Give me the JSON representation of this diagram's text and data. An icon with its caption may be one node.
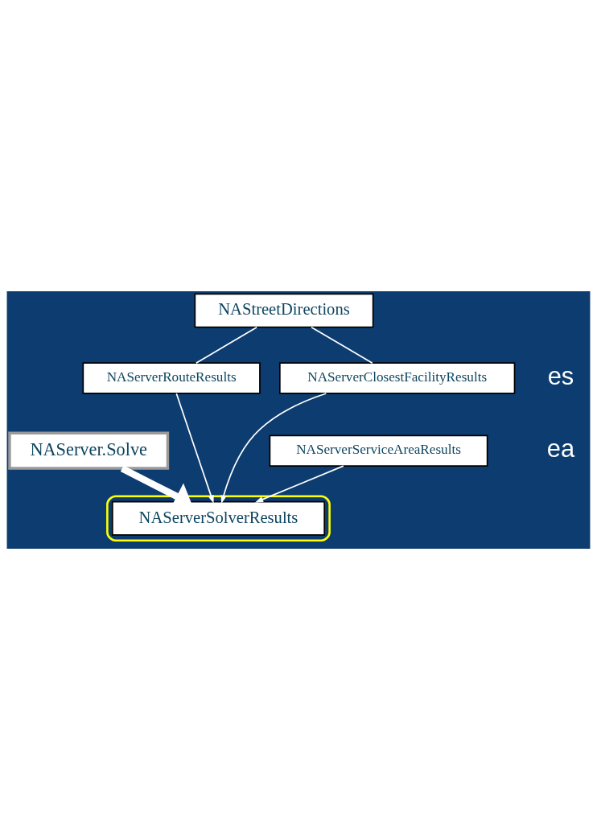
{
  "diagram": {
    "nodes": [
      {
        "text": [
          "NAServer.Solve"
        ]
      },
      {
        "text": [],
        "shape": "ellipse"
      },
      {
        "text": [
          "NAServerSolverResults"
        ],
        "in": 1
      },
      {
        "text": [
          "NAServerRouteResults"
        ]
      },
      {
        "text": [
          "NAServerClosestFacilityResults"
        ]
      },
      {
        "text": [
          "NAServerServiceAreaResults"
        ]
      },
      {
        "text": [
          "NAStreetDirections"
        ]
      }
    ],
    "edges": [
      {
        "from": 0,
        "to": 2,
        "arrow": "to",
        "style": "thick"
      },
      {
        "from": 3,
        "to": 2,
        "arrow": "to"
      },
      {
        "from": 4,
        "to": 2,
        "arrow": "to"
      },
      {
        "from": 5,
        "to": 2,
        "arrow": "to"
      },
      {
        "from": 6,
        "to": 3,
        "arrow": "none"
      },
      {
        "from": 6,
        "to": 4,
        "arrow": "none"
      }
    ],
    "labels": [
      "es",
      "ea"
    ]
  }
}
